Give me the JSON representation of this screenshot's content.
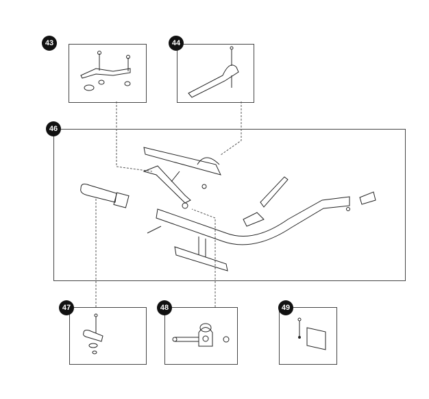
{
  "callouts": [
    {
      "id": "43",
      "label": "43"
    },
    {
      "id": "44",
      "label": "44"
    },
    {
      "id": "46",
      "label": "46"
    },
    {
      "id": "47",
      "label": "47"
    },
    {
      "id": "48",
      "label": "48"
    },
    {
      "id": "49",
      "label": "49"
    }
  ],
  "colors": {
    "line": "#222222",
    "badge": "#111111"
  }
}
